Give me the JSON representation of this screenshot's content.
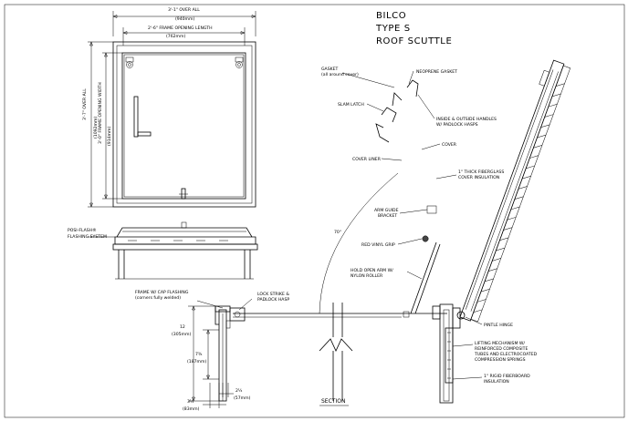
{
  "colors": {
    "line": "#000000",
    "background": "#ffffff"
  },
  "title": {
    "line1": "BILCO",
    "line2": "TYPE S",
    "line3": "ROOF SCUTTLE"
  },
  "plan_view": {
    "overall_width": "3'-1\" OVER ALL",
    "overall_width_mm": "(940mm)",
    "frame_opening_length": "2'-6\" FRAME OPENING LENGTH",
    "frame_opening_length_mm": "(762mm)",
    "overall_height": "3'-7\" OVER ALL",
    "overall_height_mm": "(1092mm)",
    "frame_opening_width": "3'-0\" FRAME OPENING WIDTH",
    "frame_opening_width_mm": "(914mm)"
  },
  "elevation": {
    "flashing_label_1": "POSI-FLASH®",
    "flashing_label_2": "FLASHING SYSTEM"
  },
  "section_labels": {
    "gasket_1": "GASKET",
    "gasket_2": "(all around cover)",
    "neoprene_gasket": "NEOPRENE GASKET",
    "slam_latch": "SLAM LATCH",
    "handles_1": "INSIDE & OUTSIDE HANDLES",
    "handles_2": "W/ PADLOCK HASPS",
    "cover": "COVER",
    "cover_liner": "COVER LINER",
    "insulation_1": "1\" THICK FIBERGLASS",
    "insulation_2": "COVER INSULATION",
    "arm_guide_1": "ARM GUIDE",
    "arm_guide_2": "BRACKET",
    "red_vinyl_grip": "RED VINYL GRIP",
    "hold_open_1": "HOLD OPEN ARM W/",
    "hold_open_2": "NYLON ROLLER",
    "frame_cap_1": "FRAME W/ CAP FLASHING",
    "frame_cap_2": "(corners fully welded)",
    "lock_strike_1": "LOCK STRIKE &",
    "lock_strike_2": "PADLOCK HASP",
    "pintle_hinge": "PINTLE HINGE",
    "lifting_1": "LIFTING MECHANISM W/",
    "lifting_2": "REINFORCED COMPOSITE",
    "lifting_3": "TUBES AND ELECTROCOATED",
    "lifting_4": "COMPRESSION SPRINGS",
    "rigid_1": "1\" RIGID FIBERBOARD",
    "rigid_2": "INSULATION",
    "angle": "70°",
    "section": "SECTION"
  },
  "section_dims": {
    "curb_height": "12",
    "curb_height_mm": "(305mm)",
    "inner_height": "7⅜",
    "inner_height_mm": "(187mm)",
    "bottom_left": "3¼",
    "bottom_left_mm": "(83mm)",
    "bottom_right": "2¼",
    "bottom_right_mm": "(57mm)"
  }
}
